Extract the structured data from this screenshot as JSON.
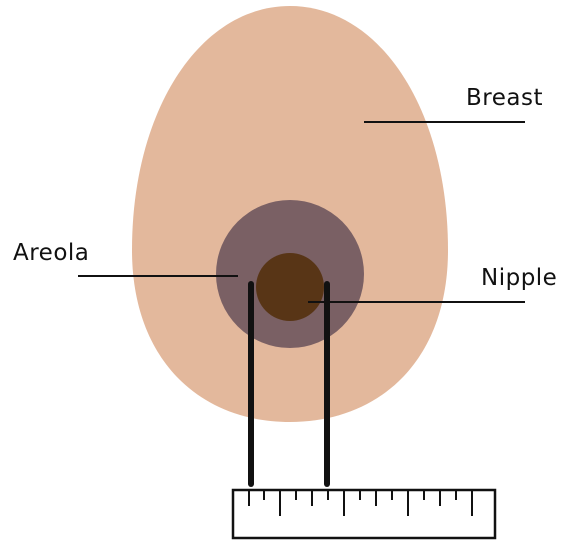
{
  "labels": {
    "breast": "Breast",
    "areola": "Areola",
    "nipple": "Nipple"
  },
  "colors": {
    "breast": "#e3b89c",
    "areola": "#7a6064",
    "nipple": "#583516",
    "lines": "#111111",
    "ruler": "#111111",
    "background": "#ffffff"
  }
}
